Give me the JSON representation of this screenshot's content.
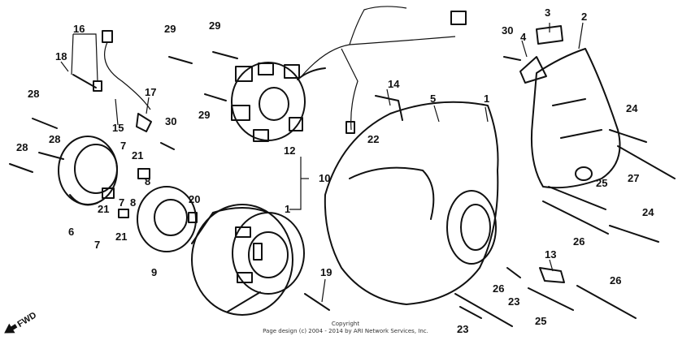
{
  "diagram": {
    "callouts": [
      {
        "id": "c1a",
        "label": "1"
      },
      {
        "id": "c1b",
        "label": "1"
      },
      {
        "id": "c2",
        "label": "2"
      },
      {
        "id": "c3",
        "label": "3"
      },
      {
        "id": "c4",
        "label": "4"
      },
      {
        "id": "c5",
        "label": "5"
      },
      {
        "id": "c6",
        "label": "6"
      },
      {
        "id": "c7a",
        "label": "7"
      },
      {
        "id": "c7b",
        "label": "7"
      },
      {
        "id": "c7c",
        "label": "7"
      },
      {
        "id": "c8a",
        "label": "8"
      },
      {
        "id": "c8b",
        "label": "8"
      },
      {
        "id": "c9",
        "label": "9"
      },
      {
        "id": "c10",
        "label": "10"
      },
      {
        "id": "c12",
        "label": "12"
      },
      {
        "id": "c13",
        "label": "13"
      },
      {
        "id": "c14",
        "label": "14"
      },
      {
        "id": "c15",
        "label": "15"
      },
      {
        "id": "c16",
        "label": "16"
      },
      {
        "id": "c17",
        "label": "17"
      },
      {
        "id": "c18",
        "label": "18"
      },
      {
        "id": "c19",
        "label": "19"
      },
      {
        "id": "c20",
        "label": "20"
      },
      {
        "id": "c21a",
        "label": "21"
      },
      {
        "id": "c21b",
        "label": "21"
      },
      {
        "id": "c21c",
        "label": "21"
      },
      {
        "id": "c22",
        "label": "22"
      },
      {
        "id": "c23a",
        "label": "23"
      },
      {
        "id": "c23b",
        "label": "23"
      },
      {
        "id": "c24a",
        "label": "24"
      },
      {
        "id": "c24b",
        "label": "24"
      },
      {
        "id": "c25a",
        "label": "25"
      },
      {
        "id": "c25b",
        "label": "25"
      },
      {
        "id": "c26a",
        "label": "26"
      },
      {
        "id": "c26b",
        "label": "26"
      },
      {
        "id": "c26c",
        "label": "26"
      },
      {
        "id": "c27",
        "label": "27"
      },
      {
        "id": "c28a",
        "label": "28"
      },
      {
        "id": "c28b",
        "label": "28"
      },
      {
        "id": "c28c",
        "label": "28"
      },
      {
        "id": "c29a",
        "label": "29"
      },
      {
        "id": "c29b",
        "label": "29"
      },
      {
        "id": "c29c",
        "label": "29"
      },
      {
        "id": "c30a",
        "label": "30"
      },
      {
        "id": "c30b",
        "label": "30"
      }
    ],
    "fwd_label": "FWD",
    "copyright_line1": "Copyright",
    "copyright_line2": "Page design (c) 2004 - 2014 by ARI Network Services, Inc."
  }
}
